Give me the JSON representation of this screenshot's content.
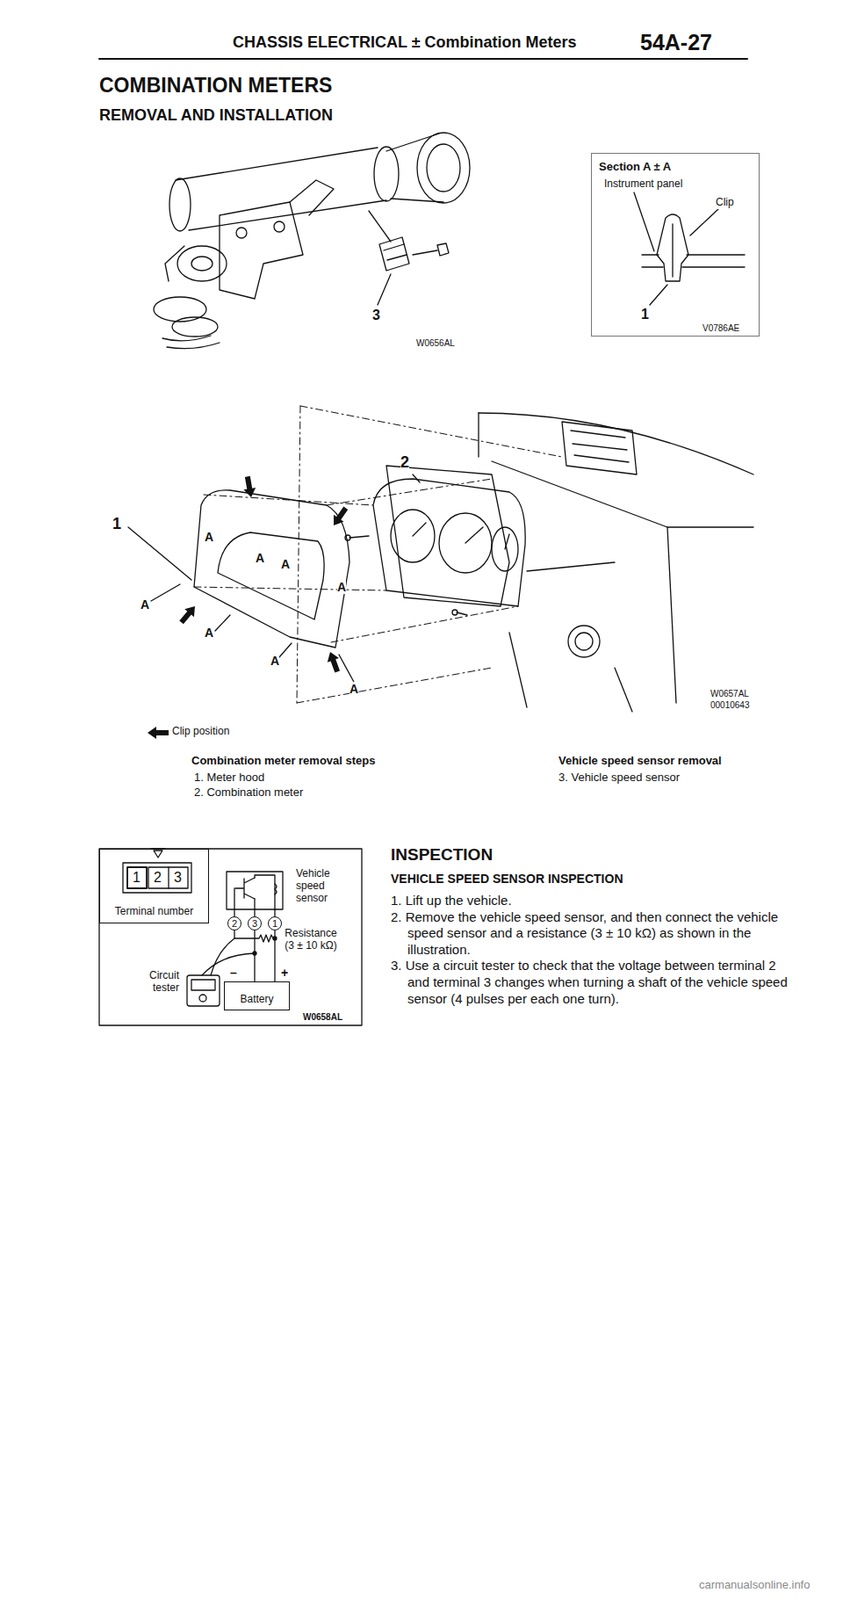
{
  "diagram": {
    "title": "COMBINATION METERS",
    "nodes": [
      {
        "text": [
          "Section A ± A"
        ]
      },
      {
        "text": [
          "Terminal number"
        ]
      },
      {
        "text": [
          "2"
        ]
      },
      {
        "text": [
          "3"
        ]
      },
      {
        "text": [
          "1"
        ]
      },
      {
        "text": [
          "Battery"
        ]
      }
    ],
    "edges": [
      {
        "from": 3,
        "to": 5,
        "arrow": "none"
      },
      {
        "from": 4,
        "to": 5,
        "arrow": "none"
      }
    ],
    "labels": [
      "CHASSIS ELECTRICAL ± Combination Meters",
      "54A-27",
      "REMOVAL AND INSTALLATION",
      "3",
      "W0656AL",
      "Instrument panel",
      "Clip",
      "1",
      "V0786AE",
      "2",
      "1",
      "A",
      "A",
      "A",
      "A",
      "A",
      "A",
      "A",
      "A",
      "W0657AL",
      "00010643",
      "Combination meter removal steps",
      "1. Meter hood",
      "2. Combination meter",
      "Vehicle speed sensor removal",
      "3. Vehicle speed sensor",
      "INSPECTION",
      "VEHICLE SPEED SENSOR INSPECTION",
      "1. Lift up the vehicle.",
      "2. Remove the vehicle speed sensor, and then connect the vehicle speed sensor and a resistance (3 ± 10 kΩ) as shown in the illustration.",
      "3. Use a circuit tester to check that the voltage between terminal 2 and terminal 3 changes when turning a shaft of the vehicle speed sensor (4 pulses per each one turn).",
      "1",
      "2",
      "3",
      "Vehicle speed sensor",
      "Resistance (3 ± 10 kΩ)",
      "Circuit tester",
      "–",
      "+",
      "W0658AL",
      "carmanualsonline.info"
    ],
    "legend": [
      {
        "text": "Clip position"
      }
    ]
  }
}
